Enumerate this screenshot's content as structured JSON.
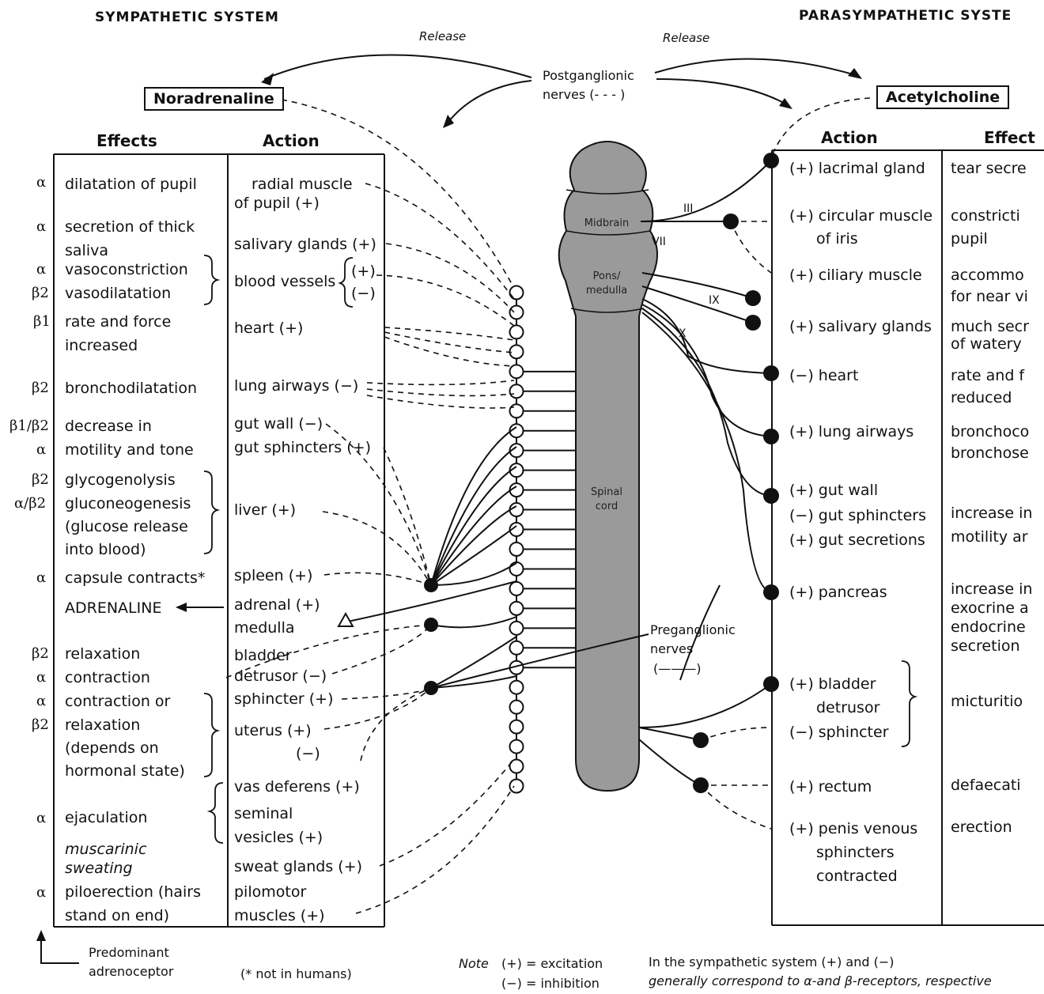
{
  "sympathetic": {
    "title": "SYMPATHETIC SYSTEM",
    "transmitter": "Noradrenaline",
    "col_effects": "Effects",
    "col_action": "Action",
    "rows": [
      {
        "receptor": "α",
        "effect": [
          "dilatation of pupil"
        ],
        "action": [
          "radial muscle",
          "of pupil (+)"
        ]
      },
      {
        "receptor": "α",
        "effect": [
          "secretion of thick",
          "saliva"
        ],
        "action": [
          "salivary glands (+)"
        ]
      },
      {
        "receptor": "α",
        "effect": [
          "vasoconstriction"
        ],
        "action": [
          "blood vessels"
        ],
        "action_signs": [
          "(+)",
          "(−)"
        ]
      },
      {
        "receptor": "β2",
        "effect": [
          "vasodilatation"
        ]
      },
      {
        "receptor": "β1",
        "effect": [
          "rate and force",
          "increased"
        ],
        "action": [
          "heart (+)"
        ]
      },
      {
        "receptor": "β2",
        "effect": [
          "bronchodilatation"
        ],
        "action": [
          "lung airways (−)"
        ]
      },
      {
        "receptor": "β1/β2",
        "effect": [
          "decrease in"
        ],
        "action": [
          "gut wall (−)"
        ]
      },
      {
        "receptor": "α",
        "effect": [
          "motility and tone"
        ],
        "action": [
          "gut sphincters (+)"
        ]
      },
      {
        "receptor": "β2",
        "effect": [
          "glycogenolysis"
        ]
      },
      {
        "receptor": "α/β2",
        "effect": [
          "gluconeogenesis",
          "(glucose release",
          "into blood)"
        ],
        "action": [
          "liver (+)"
        ]
      },
      {
        "receptor": "α",
        "effect": [
          "capsule contracts*"
        ],
        "action": [
          "spleen (+)"
        ]
      },
      {
        "receptor": "",
        "effect": [
          "ADRENALINE"
        ],
        "action": [
          "adrenal (+)",
          "medulla"
        ]
      },
      {
        "receptor": "β2",
        "effect": [
          "relaxation"
        ],
        "action": [
          "bladder"
        ]
      },
      {
        "receptor": "α",
        "effect": [
          "contraction"
        ],
        "action": [
          "detrusor (−)"
        ]
      },
      {
        "receptor": "α",
        "effect": [
          "contraction or"
        ],
        "action": [
          "sphincter (+)"
        ]
      },
      {
        "receptor": "β2",
        "effect": [
          "relaxation",
          "(depends on",
          "hormonal state)"
        ],
        "action": [
          "uterus (+)",
          "(−)"
        ]
      },
      {
        "receptor": "",
        "effect": [],
        "action": [
          "vas deferens (+)"
        ]
      },
      {
        "receptor": "α",
        "effect": [
          "ejaculation"
        ],
        "action": [
          "seminal",
          "vesicles (+)"
        ]
      },
      {
        "receptor": "",
        "effect": [
          "muscarinic",
          "sweating"
        ],
        "action": [
          "sweat glands (+)"
        ]
      },
      {
        "receptor": "α",
        "effect": [
          "piloerection (hairs",
          "stand on end)"
        ],
        "action": [
          "pilomotor",
          "muscles (+)"
        ]
      }
    ],
    "arrow_label": "Predominant\nadrenoceptor",
    "footnote": "(* not in humans)"
  },
  "parasympathetic": {
    "title": "PARASYMPATHETIC SYSTE",
    "transmitter": "Acetylcholine",
    "col_action": "Action",
    "col_effects": "Effect",
    "rows": [
      {
        "action": [
          "(+) lacrimal gland"
        ],
        "effect": [
          "tear secre"
        ]
      },
      {
        "action": [
          "(+) circular muscle",
          "of iris"
        ],
        "effect": [
          "constricti",
          "pupil"
        ]
      },
      {
        "action": [
          "(+) ciliary muscle"
        ],
        "effect": [
          "accommo",
          "for near vi"
        ]
      },
      {
        "action": [
          "(+) salivary glands"
        ],
        "effect": [
          "much secr",
          "of watery"
        ]
      },
      {
        "action": [
          "(−) heart"
        ],
        "effect": [
          "rate and f",
          "reduced"
        ]
      },
      {
        "action": [
          "(+) lung airways"
        ],
        "effect": [
          "bronchoco",
          "bronchose"
        ]
      },
      {
        "action": [
          "(+) gut wall",
          "(−) gut sphincters",
          "(+) gut secretions"
        ],
        "effect": [
          "increase in",
          "motility ar"
        ]
      },
      {
        "action": [
          "(+) pancreas"
        ],
        "effect": [
          "increase in",
          "exocrine a",
          "endocrine",
          "secretion"
        ]
      },
      {
        "action": [
          "(+) bladder",
          "detrusor",
          "(−) sphincter"
        ],
        "effect": [
          "micturitio"
        ]
      },
      {
        "action": [
          "(+) rectum"
        ],
        "effect": [
          "defaecati"
        ]
      },
      {
        "action": [
          "(+) penis venous",
          "sphincters",
          "contracted"
        ],
        "effect": [
          "erection"
        ]
      }
    ]
  },
  "center": {
    "release_left": "Release",
    "release_right": "Release",
    "postganglionic": [
      "Postganglionic",
      "nerves (- - - )"
    ],
    "preganglionic": [
      "Preganglionic",
      "nerves",
      "(———)"
    ],
    "cord_labels": [
      "Midbrain",
      "Pons/",
      "medulla",
      "Spinal",
      "cord"
    ],
    "cranial_nerves": [
      "III",
      "VII",
      "IX",
      "X"
    ]
  },
  "notes": {
    "note_label": "Note",
    "note_lines": [
      "(+) = excitation",
      "(−) = inhibition"
    ],
    "general": [
      "In the sympathetic system (+) and (−)",
      "generally correspond to α-and β-receptors, respective"
    ]
  }
}
